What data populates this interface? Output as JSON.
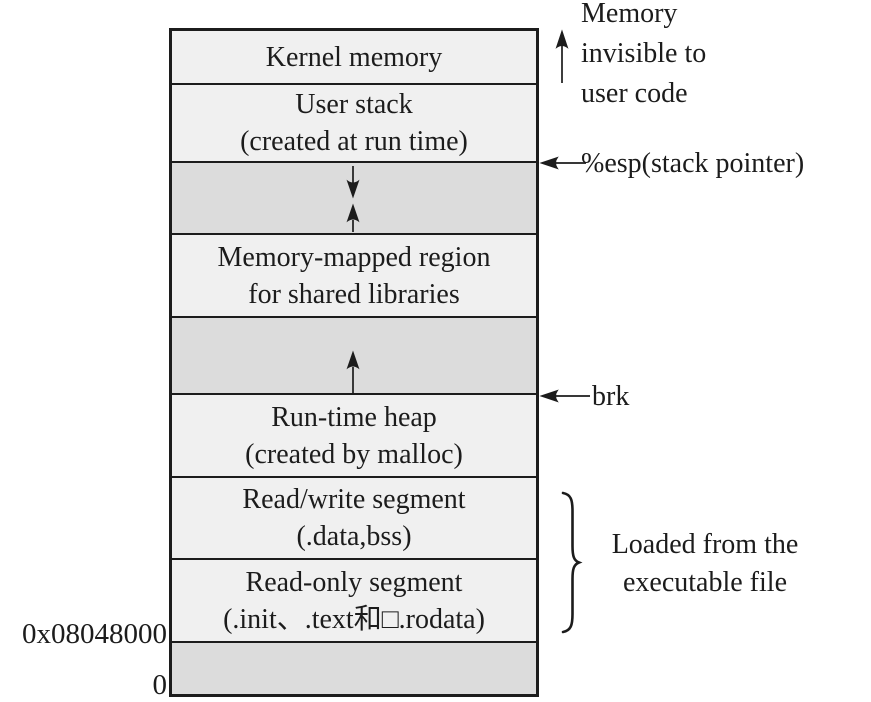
{
  "colors": {
    "box_light": "#f0f0f0",
    "box_gray": "#dcdcdc",
    "border": "#1c1c1c",
    "text": "#1c1c1c",
    "background": "#ffffff"
  },
  "memory_map": {
    "segments": [
      {
        "id": "kernel-memory",
        "lines": [
          "Kernel memory"
        ]
      },
      {
        "id": "user-stack",
        "lines": [
          "User stack",
          "(created at run time)"
        ]
      },
      {
        "id": "stack-growth-gap",
        "lines": []
      },
      {
        "id": "memory-mapped",
        "lines": [
          "Memory-mapped region",
          "for shared libraries"
        ]
      },
      {
        "id": "heap-growth-gap",
        "lines": []
      },
      {
        "id": "runtime-heap",
        "lines": [
          "Run-time heap",
          "(created by malloc)"
        ]
      },
      {
        "id": "read-write-segment",
        "lines": [
          "Read/write segment",
          "(.data,bss)"
        ]
      },
      {
        "id": "read-only-segment",
        "lines": [
          "Read-only segment",
          "(.init、.text和□.rodata)"
        ]
      },
      {
        "id": "unused-low-memory",
        "lines": []
      }
    ]
  },
  "annotations": {
    "invisible": {
      "line1": "Memory",
      "line2": "invisible to",
      "line3": "user code"
    },
    "esp_label": "%esp(stack pointer)",
    "brk_label": "brk",
    "loaded": {
      "line1": "Loaded from the",
      "line2": "executable file"
    },
    "address_start": "0x08048000",
    "address_zero": "0"
  }
}
